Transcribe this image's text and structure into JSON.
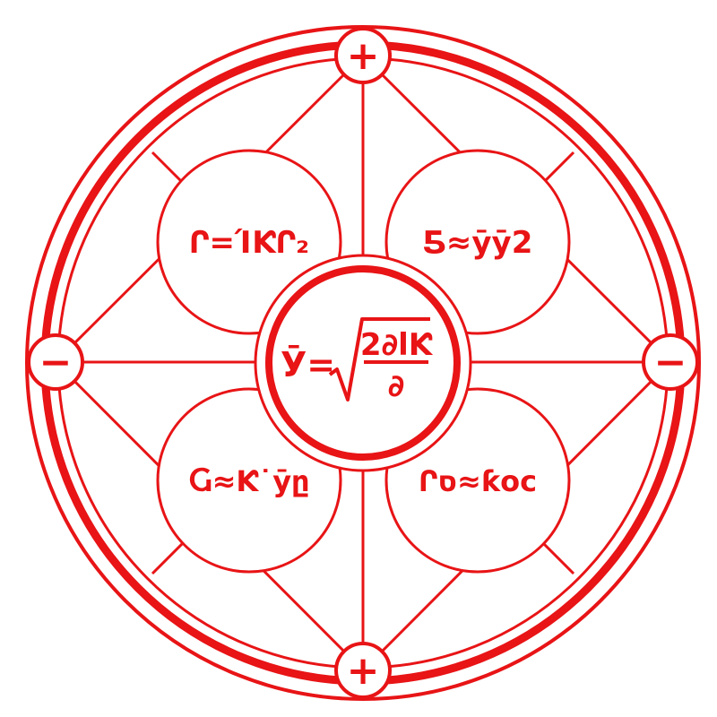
{
  "colors": {
    "ink": "#e81416",
    "background": "#ffffff"
  },
  "terminals": {
    "top": "+",
    "bottom": "+",
    "left": "−",
    "right": "−"
  },
  "formulas": {
    "center": {
      "lhs": "Ӯ=",
      "numerator": "2∂lƘ",
      "denominator": "∂"
    },
    "top_left": "Ր=ΊƘՐ₂",
    "top_right": "Ƽ≈ӯӯ2",
    "bottom_left": "Ⴚ≈Ƙ˙ӯը",
    "bottom_right": "Րס≈ƙoc"
  }
}
